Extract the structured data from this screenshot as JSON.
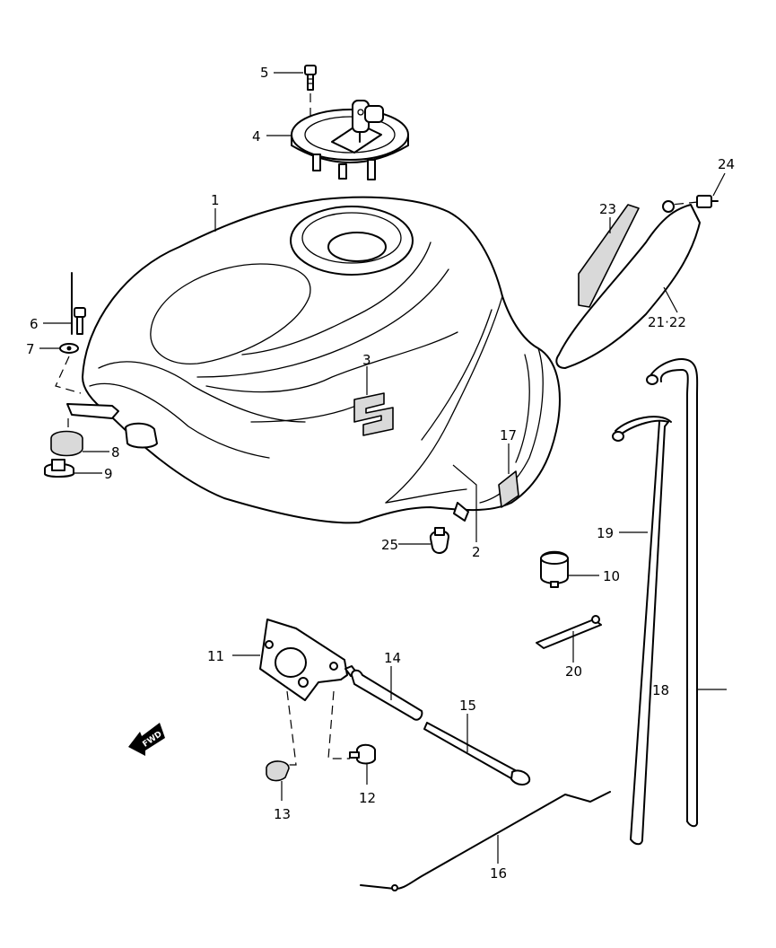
{
  "diagram": {
    "fwd_label": "FWD",
    "callouts": [
      {
        "id": "c1",
        "part": "1"
      },
      {
        "id": "c2",
        "part": "2"
      },
      {
        "id": "c3",
        "part": "3"
      },
      {
        "id": "c4",
        "part": "4"
      },
      {
        "id": "c5",
        "part": "5"
      },
      {
        "id": "c6",
        "part": "6"
      },
      {
        "id": "c7",
        "part": "7"
      },
      {
        "id": "c8",
        "part": "8"
      },
      {
        "id": "c9",
        "part": "9"
      },
      {
        "id": "c10",
        "part": "10"
      },
      {
        "id": "c11",
        "part": "11"
      },
      {
        "id": "c12",
        "part": "12"
      },
      {
        "id": "c13",
        "part": "13"
      },
      {
        "id": "c14",
        "part": "14"
      },
      {
        "id": "c15",
        "part": "15"
      },
      {
        "id": "c16",
        "part": "16"
      },
      {
        "id": "c17",
        "part": "17"
      },
      {
        "id": "c18",
        "part": "18"
      },
      {
        "id": "c19",
        "part": "19"
      },
      {
        "id": "c20",
        "part": "20"
      },
      {
        "id": "c2122",
        "part": "21·22"
      },
      {
        "id": "c23",
        "part": "23"
      },
      {
        "id": "c24",
        "part": "24"
      },
      {
        "id": "c25",
        "part": "25"
      }
    ]
  }
}
